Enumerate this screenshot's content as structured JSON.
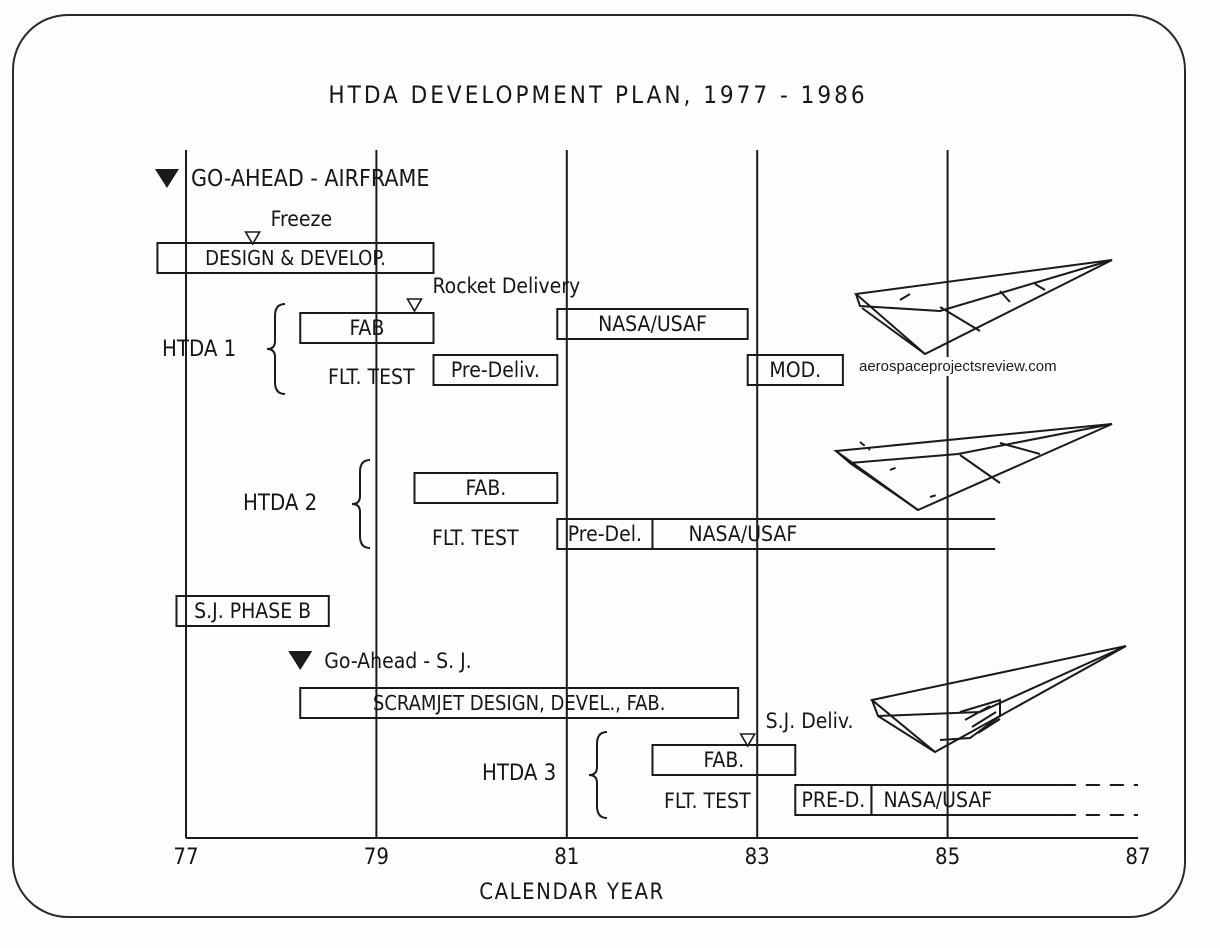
{
  "watermark": "aerospaceprojectsreview.com",
  "chart_data": {
    "type": "gantt",
    "title": "HTDA DEVELOPMENT PLAN, 1977 - 1986",
    "xlabel": "CALENDAR YEAR",
    "ylabel": "",
    "xlim": [
      77,
      87
    ],
    "x_ticks": [
      "77",
      "79",
      "81",
      "83",
      "85",
      "87"
    ],
    "grid": true,
    "milestones": [
      {
        "label": "GO-AHEAD - AIRFRAME",
        "x": 76.8,
        "marker": "filled-triangle"
      },
      {
        "label": "Freeze",
        "x": 77.7,
        "marker": "open-triangle"
      },
      {
        "label": "Rocket Delivery",
        "x": 79.4,
        "marker": "open-triangle"
      },
      {
        "label": "Go-Ahead - S. J.",
        "x": 78.2,
        "marker": "filled-triangle"
      },
      {
        "label": "S.J. Deliv.",
        "x": 82.9,
        "marker": "open-triangle"
      }
    ],
    "groups": [
      {
        "label": "HTDA  1"
      },
      {
        "label": "HTDA  2"
      },
      {
        "label": "HTDA  3"
      }
    ],
    "row_labels": [
      {
        "label": "FLT. TEST",
        "group": "HTDA  1"
      },
      {
        "label": "FLT. TEST",
        "group": "HTDA  2"
      },
      {
        "label": "FLT. TEST",
        "group": "HTDA  3"
      }
    ],
    "tasks": [
      {
        "label": "DESIGN & DEVELOP.",
        "start": 76.7,
        "end": 79.6
      },
      {
        "label": "FAB",
        "start": 78.2,
        "end": 79.6
      },
      {
        "label": "Pre-Deliv.",
        "start": 79.6,
        "end": 80.9
      },
      {
        "label": "NASA/USAF",
        "start": 80.9,
        "end": 82.9
      },
      {
        "label": "MOD.",
        "start": 82.9,
        "end": 83.9
      },
      {
        "label": "FAB.",
        "start": 79.4,
        "end": 80.9
      },
      {
        "label": "Pre-Del.",
        "start": 80.9,
        "end": 81.9
      },
      {
        "label": "NASA/USAF",
        "start": 81.9,
        "end": 85.5,
        "open_end": true
      },
      {
        "label": "S.J. PHASE B",
        "start": 76.9,
        "end": 78.5
      },
      {
        "label": "SCRAMJET DESIGN, DEVEL.,   FAB.",
        "start": 78.2,
        "end": 82.8
      },
      {
        "label": "FAB.",
        "start": 81.9,
        "end": 83.4
      },
      {
        "label": "PRE-D.",
        "start": 83.4,
        "end": 84.2
      },
      {
        "label": "NASA/USAF",
        "start": 84.2,
        "end": 87,
        "open_end": true,
        "dashed_tail": true
      }
    ]
  }
}
